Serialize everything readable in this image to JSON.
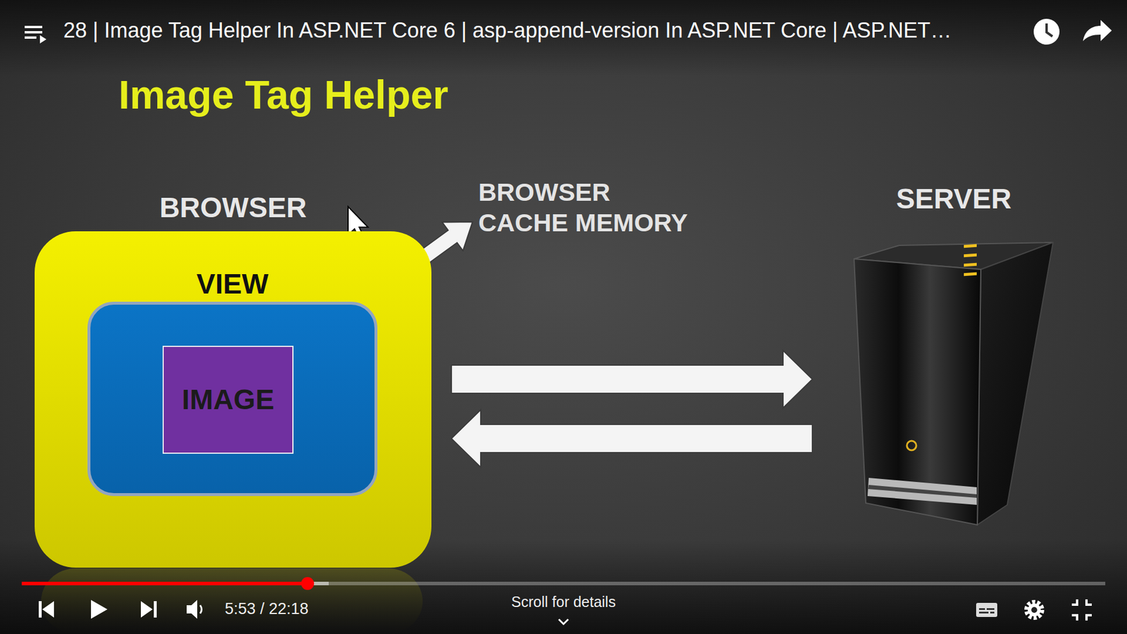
{
  "diagram": {
    "title": "Image Tag Helper",
    "nodes": [
      {
        "text": [
          "BROWSER"
        ]
      },
      {
        "text": [
          "VIEW"
        ],
        "in": 0
      },
      {
        "text": [
          "IMAGE"
        ],
        "in": 1
      },
      {
        "text": [
          "BROWSER CACHE MEMORY"
        ]
      },
      {
        "text": [
          "SERVER"
        ]
      }
    ],
    "edges": [
      {
        "from": 0,
        "to": 4,
        "arrow": "to"
      },
      {
        "from": 4,
        "to": 0,
        "arrow": "to"
      },
      {
        "from": 2,
        "to": 3,
        "arrow": "to"
      }
    ],
    "labels": [
      "28 | Image Tag Helper In ASP.NET Core 6 | asp-append-version In ASP.NET Core | ASP.NET…",
      "5:53 / 22:18",
      "Scroll for details"
    ]
  }
}
